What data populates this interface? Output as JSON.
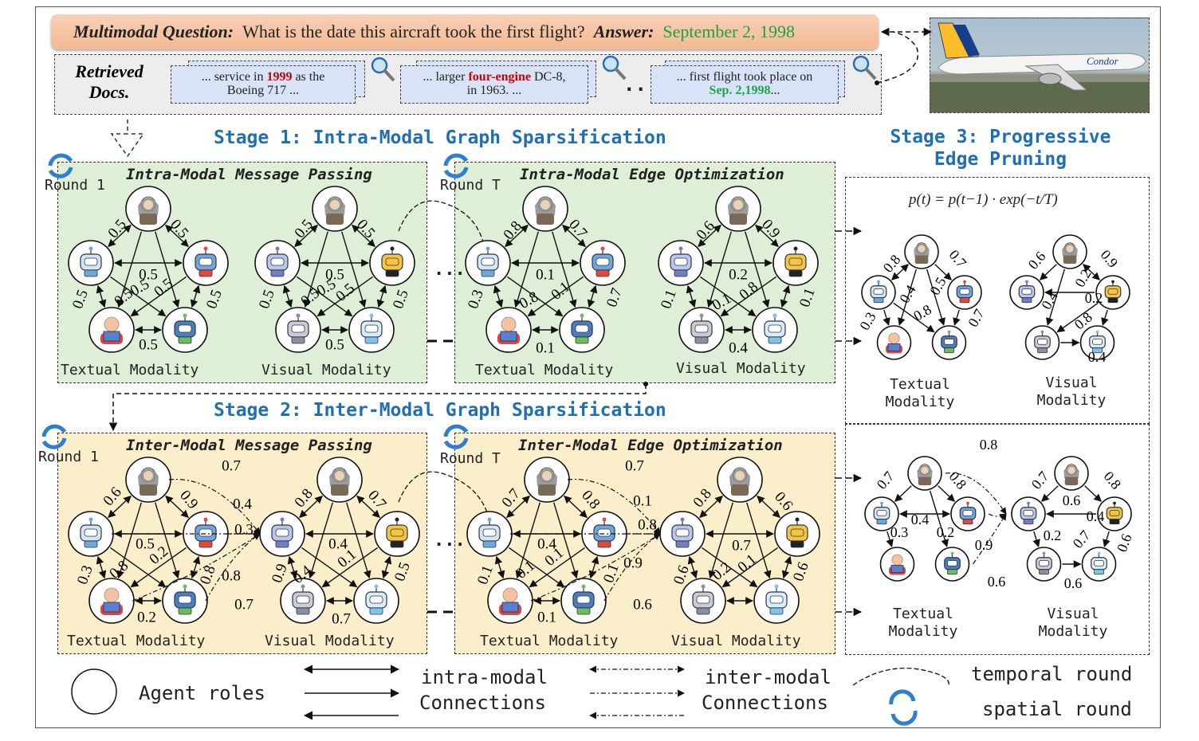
{
  "question": {
    "q_label": "Multimodal Question",
    "q_text": "What is the date this aircraft took the first flight?",
    "a_label": "Answer",
    "a_text": "September 2, 1998"
  },
  "docs": {
    "label_line1": "Retrieved",
    "label_line2": "Docs.",
    "items": [
      {
        "pre": "... service in ",
        "highlight": "1999",
        "post": " as the",
        "line2": "Boeing 717 ..."
      },
      {
        "pre": "... larger ",
        "highlight": "four-engine",
        "post": " DC-8,",
        "line2": "in 1963. ..."
      },
      {
        "pre": "... first flight took place on",
        "highlight": "Sep. 2,1998",
        "post": "...",
        "line2": ""
      }
    ],
    "ellipsis": "..."
  },
  "photo": {
    "logo": "Condor"
  },
  "stages": {
    "s1": "Stage 1: Intra-Modal Graph Sparsification",
    "s2": "Stage 2: Inter-Modal Graph Sparsification",
    "s3_line1": "Stage 3: Progressive",
    "s3_line2": "Edge Pruning"
  },
  "panels": {
    "p1": "Intra-Modal Message Passing",
    "p2": "Intra-Modal Edge Optimization",
    "p3": "Inter-Modal Message Passing",
    "p4": "Inter-Modal Edge Optimization"
  },
  "rounds": {
    "r1": "Round 1",
    "rT": "Round T"
  },
  "modality": {
    "textual": "Textual Modality",
    "visual": "Visual Modality",
    "textual_l1": "Textual",
    "visual_l1": "Visual",
    "l2": "Modality"
  },
  "dots": "...",
  "formula": "p(t) = p(t−1) · exp(−t/T)",
  "legend": {
    "agent": "Agent roles",
    "intra_l1": "intra-modal",
    "intra_l2": "Connections",
    "inter_l1": "inter-modal",
    "inter_l2": "Connections",
    "temporal": "temporal round",
    "spatial": "spatial round"
  },
  "weights": {
    "p1_text": [
      "0.5",
      "0.5",
      "0.5",
      "0.5",
      "0.5",
      "0.5",
      "0.5",
      "0.5",
      "0.5"
    ],
    "p1_vis": [
      "0.5",
      "0.5",
      "0.5",
      "0.5",
      "0.5",
      "0.5",
      "0.5",
      "0.5",
      "0.5"
    ],
    "p2_text": [
      "0.8",
      "0.7",
      "0.1",
      "0.1",
      "0.8",
      "0.3",
      "0.7",
      "0.1"
    ],
    "p2_vis": [
      "0.6",
      "0.9",
      "0.2",
      "0.8",
      "0.1",
      "0.1",
      "0.1",
      "0.4"
    ],
    "p3": [
      "0.6",
      "0.9",
      "0.5",
      "0.2",
      "0.8",
      "0.3",
      "0.8",
      "0.2",
      "0.4",
      "0.3",
      "0.8",
      "0.7",
      "0.7",
      "0.8",
      "0.7",
      "0.4",
      "0.9",
      "0.4",
      "0.1",
      "0.5",
      "0.7"
    ],
    "p4": [
      "0.7",
      "0.8",
      "0.4",
      "0.1",
      "0.1",
      "0.1",
      "0.1",
      "0.1",
      "0.1",
      "0.8",
      "0.9",
      "0.6",
      "0.7",
      "0.8",
      "0.6",
      "0.7",
      "0.2",
      "0.1",
      "0.6",
      "0.6"
    ],
    "r1_text": [
      "0.8",
      "0.7",
      "0.4",
      "0.5",
      "0.8",
      "0.3",
      "0.7"
    ],
    "r1_vis": [
      "0.6",
      "0.9",
      "0.2",
      "0.4",
      "0.2",
      "0.8",
      "0.4"
    ],
    "r2": [
      "0.7",
      "0.8",
      "0.4",
      "0.3",
      "0.2",
      "0.8",
      "0.7",
      "0.8",
      "0.6",
      "0.4",
      "0.2",
      "0.7",
      "0.6",
      "0.6",
      "0.9",
      "0.6"
    ]
  }
}
